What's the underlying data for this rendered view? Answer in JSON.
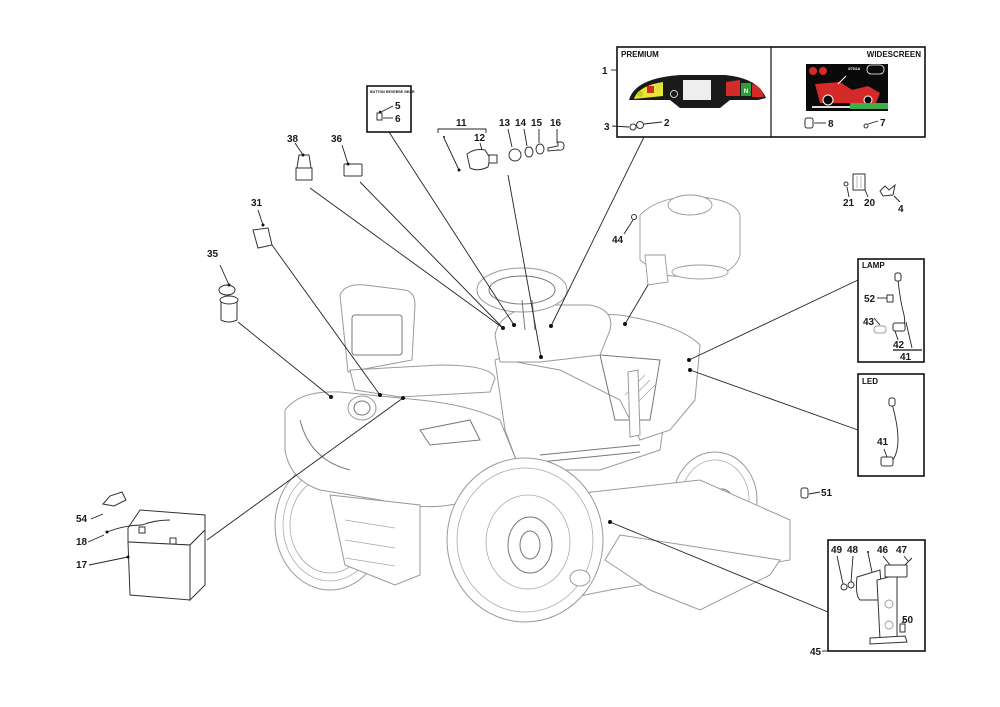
{
  "diagram": {
    "title": "Electrical components exploded view",
    "boxes": {
      "premium": {
        "title": "PREMIUM",
        "dash_colors": {
          "yellow": "#e8e830",
          "red": "#d32a2a",
          "green": "#2e9e3a",
          "body": "#1a1a1a"
        }
      },
      "widescreen": {
        "title": "WIDESCREEN",
        "screen_colors": {
          "bg": "#0a0a0a",
          "red": "#d42a2a",
          "green": "#3fae4a"
        },
        "brand_text": "STIGA"
      },
      "button_reverse_gear": {
        "title": "BUTTON REVERSE GEAR"
      },
      "lamp": {
        "title": "LAMP"
      },
      "led": {
        "title": "LED"
      }
    },
    "labels": {
      "p1": "1",
      "p2": "2",
      "p3": "3",
      "p4": "4",
      "p5": "5",
      "p6": "6",
      "p7": "7",
      "p8": "8",
      "p11": "11",
      "p12": "12",
      "p13": "13",
      "p14": "14",
      "p15": "15",
      "p16": "16",
      "p17": "17",
      "p18": "18",
      "p20": "20",
      "p21": "21",
      "p31": "31",
      "p35": "35",
      "p36": "36",
      "p38": "38",
      "p41_lamp": "41",
      "p41_led": "41",
      "p42": "42",
      "p43": "43",
      "p44": "44",
      "p45": "45",
      "p46": "46",
      "p47": "47",
      "p48": "48",
      "p49": "49",
      "p50": "50",
      "p51": "51",
      "p52": "52",
      "p54": "54"
    }
  }
}
